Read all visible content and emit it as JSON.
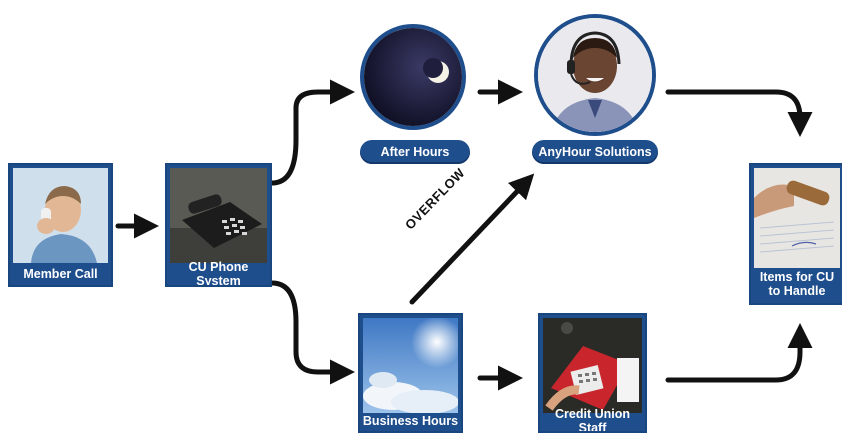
{
  "nodes": {
    "member_call": "Member Call",
    "phone_system": "CU Phone System",
    "after_hours": "After Hours",
    "anyhour": "AnyHour Solutions",
    "business_hours": "Business Hours",
    "staff": "Credit Union Staff",
    "items": "Items for CU to Handle"
  },
  "edge_labels": {
    "overflow": "OVERFLOW"
  },
  "colors": {
    "node_blue": "#1f4e8c",
    "arrow": "#111111"
  }
}
